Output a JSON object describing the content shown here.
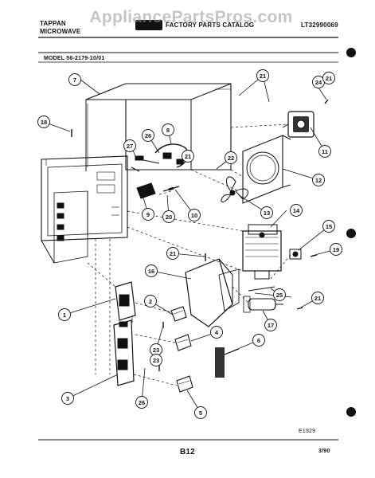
{
  "watermark": "AppliancePartsPros.com",
  "header": {
    "brand_line1": "TAPPAN",
    "brand_line2": "MICROWAVE",
    "catalog_title": "FACTORY PARTS CATALOG",
    "catalog_number": "LT32990069",
    "model": "MODEL 56-2179-10/01"
  },
  "diagram": {
    "code": "E1929",
    "callouts": [
      "1",
      "2",
      "3",
      "4",
      "5",
      "6",
      "7",
      "8",
      "9",
      "10",
      "11",
      "12",
      "13",
      "14",
      "15",
      "16",
      "17",
      "18",
      "19",
      "20",
      "21",
      "22",
      "23",
      "24",
      "25",
      "26",
      "27",
      "21",
      "21",
      "21",
      "21",
      "26",
      "23"
    ]
  },
  "footer": {
    "page": "B12",
    "date": "3/90"
  }
}
